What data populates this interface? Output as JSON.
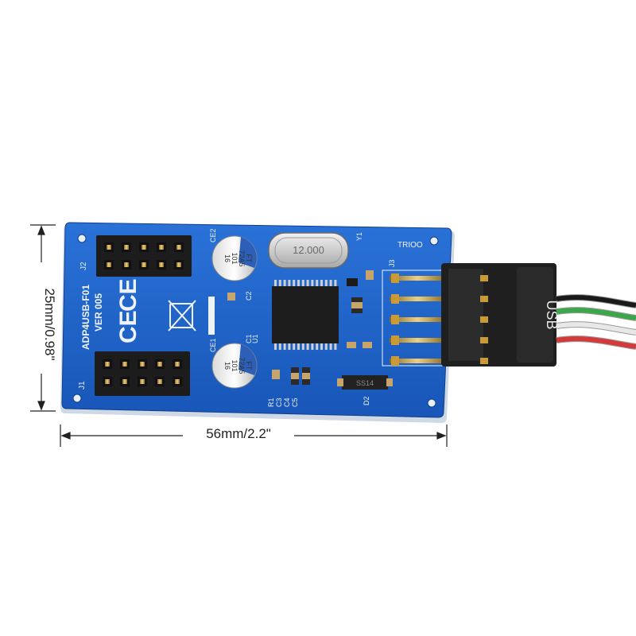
{
  "dimensions": {
    "width_label": "56mm/2.2\"",
    "height_label": "25mm/0.98\""
  },
  "board": {
    "model": "ADP4USB-F01",
    "version": "VER 005",
    "ce_mark": "CE",
    "header_top_label": "J2",
    "header_bottom_label": "J1",
    "header_right_label": "J3",
    "crystal_text": "12.000",
    "crystal_label": "Y1",
    "chip_label": "U1",
    "diode_text": "SS14",
    "diode_label": "D2",
    "cap_top_label": "CE2",
    "cap_bottom_label": "CE1",
    "cap_marking_lines": [
      "16",
      "101",
      "72A5",
      "FT"
    ],
    "resistor_labels": [
      "R1",
      "C3",
      "C4",
      "C5"
    ],
    "small_labels": [
      "C2",
      "C1"
    ],
    "silkscreen_corner": "TRIOO",
    "colors": {
      "pcb": "#1f63c8",
      "pcb_dark": "#1a4f9e",
      "header_black": "#1c1c1c",
      "pin_gold": "#c99a3a",
      "connector_black": "#202020"
    }
  },
  "connector": {
    "label": "USB",
    "wire_colors": [
      "#1a1a1a",
      "#3aa84a",
      "#e8e8e8",
      "#d43a3a"
    ]
  }
}
